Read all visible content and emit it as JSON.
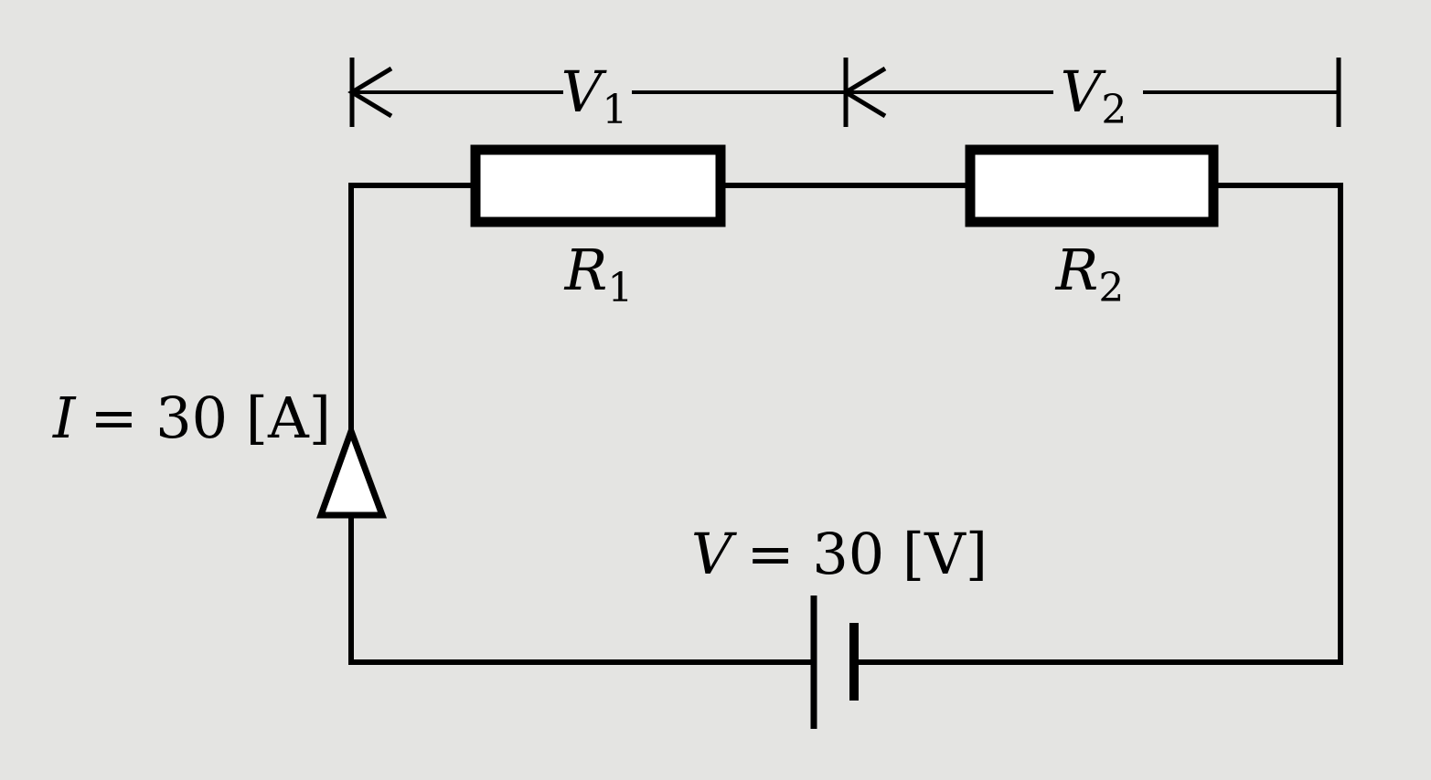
{
  "figure": {
    "type": "circuit-diagram",
    "description": "Series circuit: battery V with resistors R1 and R2, current I, voltage drops V1 and V2 marked with dimension arrows",
    "colors": {
      "background": "#e4e4e2",
      "line": "#000000",
      "component_fill": "#ffffff"
    },
    "labels": {
      "v1": {
        "base": "V",
        "sub": "1"
      },
      "v2": {
        "base": "V",
        "sub": "2"
      },
      "r1": {
        "base": "R",
        "sub": "1"
      },
      "r2": {
        "base": "R",
        "sub": "2"
      },
      "current": {
        "variable": "I",
        "value": "= 30 [A]"
      },
      "voltage": {
        "variable": "V",
        "value": "= 30 [V]"
      }
    }
  }
}
